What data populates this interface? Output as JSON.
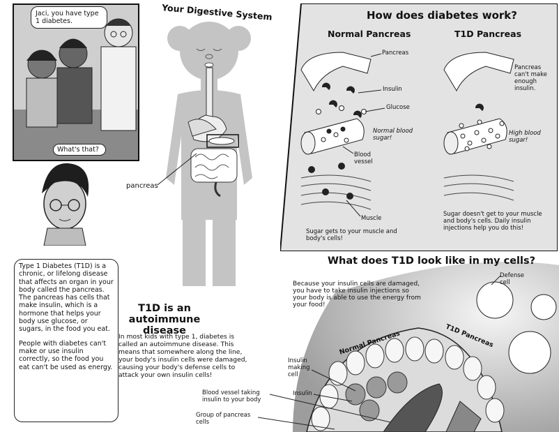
{
  "comic": {
    "speech_top": "Jaci, you have type 1 diabetes.",
    "speech_bottom": "What's that?"
  },
  "digestive": {
    "title": "Your Digestive System",
    "pancreas_label": "pancreas"
  },
  "left_bubble": {
    "paragraph1": "Type 1 Diabetes (T1D) is a chronic, or lifelong disease that affects an organ in your body called the pancreas. The pancreas has cells that make insulin, which is a hormone that helps your body use glucose, or sugars, in the food you eat.",
    "paragraph2": "People with diabetes can't make or use insulin correctly, so the food you eat can't be used as energy."
  },
  "autoimmune": {
    "title": "T1D is an autoimmune disease",
    "body": "In most kids with type 1, diabetes is called an autoimmune disease. This means that somewhere along the line, your body's insulin cells were damaged, causing your body's defense cells to attack your own insulin cells!"
  },
  "how_panel": {
    "title": "How does diabetes work?",
    "normal_heading": "Normal Pancreas",
    "t1d_heading": "T1D Pancreas",
    "labels": {
      "pancreas": "Pancreas",
      "insulin": "Insulin",
      "glucose": "Glucose",
      "normal_sugar": "Normal blood sugar!",
      "blood_vessel": "Blood vessel",
      "muscle": "Muscle",
      "cant_make": "Pancreas can't make enough insulin.",
      "high_sugar": "High blood sugar!"
    },
    "normal_caption": "Sugar gets to your muscle and body's cells!",
    "t1d_caption": "Sugar doesn't get to your muscle and body's cells. Daily insulin injections help you do this!"
  },
  "cells_panel": {
    "title": "What does T1D look like in my cells?",
    "intro": "Because your insulin cells are damaged, you have to take insulin injections so your body is able to use the energy from your food!",
    "defense_cell": "Defense cell",
    "normal_pancreas": "Normal Pancreas",
    "t1d_pancreas": "T1D Pancreas",
    "insulin_making_cell": "Insulin making cell",
    "insulin": "Insulin",
    "blood_vessel": "Blood vessel taking insulin to your body",
    "group_cells": "Group of pancreas cells"
  }
}
